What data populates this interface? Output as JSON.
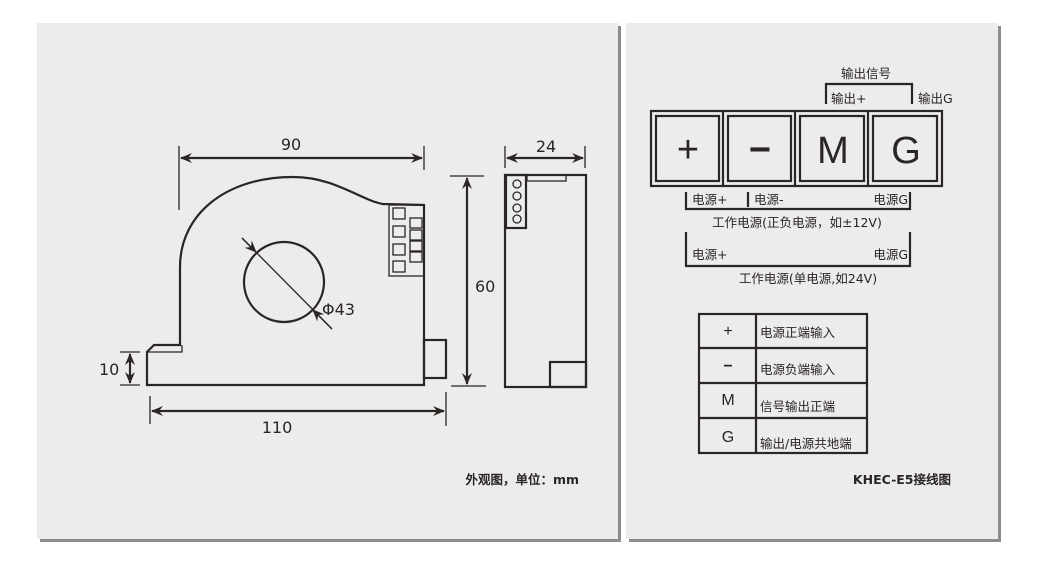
{
  "outline_view": {
    "dim_width_top": "90",
    "dim_width_bottom": "110",
    "dim_height": "60",
    "dim_depth": "24",
    "dim_foot": "10",
    "dim_hole": "Φ43",
    "caption": "外观图，单位：mm"
  },
  "wiring": {
    "signal_group_label": "输出信号",
    "output_plus": "输出+",
    "output_g": "输出G",
    "terminals": [
      "+",
      "−",
      "M",
      "G"
    ],
    "dual_supply": {
      "plus": "电源+",
      "minus": "电源-",
      "g": "电源G",
      "caption": "工作电源(正负电源，如±12V)"
    },
    "single_supply": {
      "plus": "电源+",
      "g": "电源G",
      "caption": "工作电源(单电源,如24V)"
    },
    "table": [
      {
        "symbol": "+",
        "desc": "电源正端输入"
      },
      {
        "symbol": "−",
        "desc": "电源负端输入"
      },
      {
        "symbol": "M",
        "desc": "信号输出正端"
      },
      {
        "symbol": "G",
        "desc": "输出/电源共地端"
      }
    ],
    "caption": "KHEC-E5接线图"
  }
}
